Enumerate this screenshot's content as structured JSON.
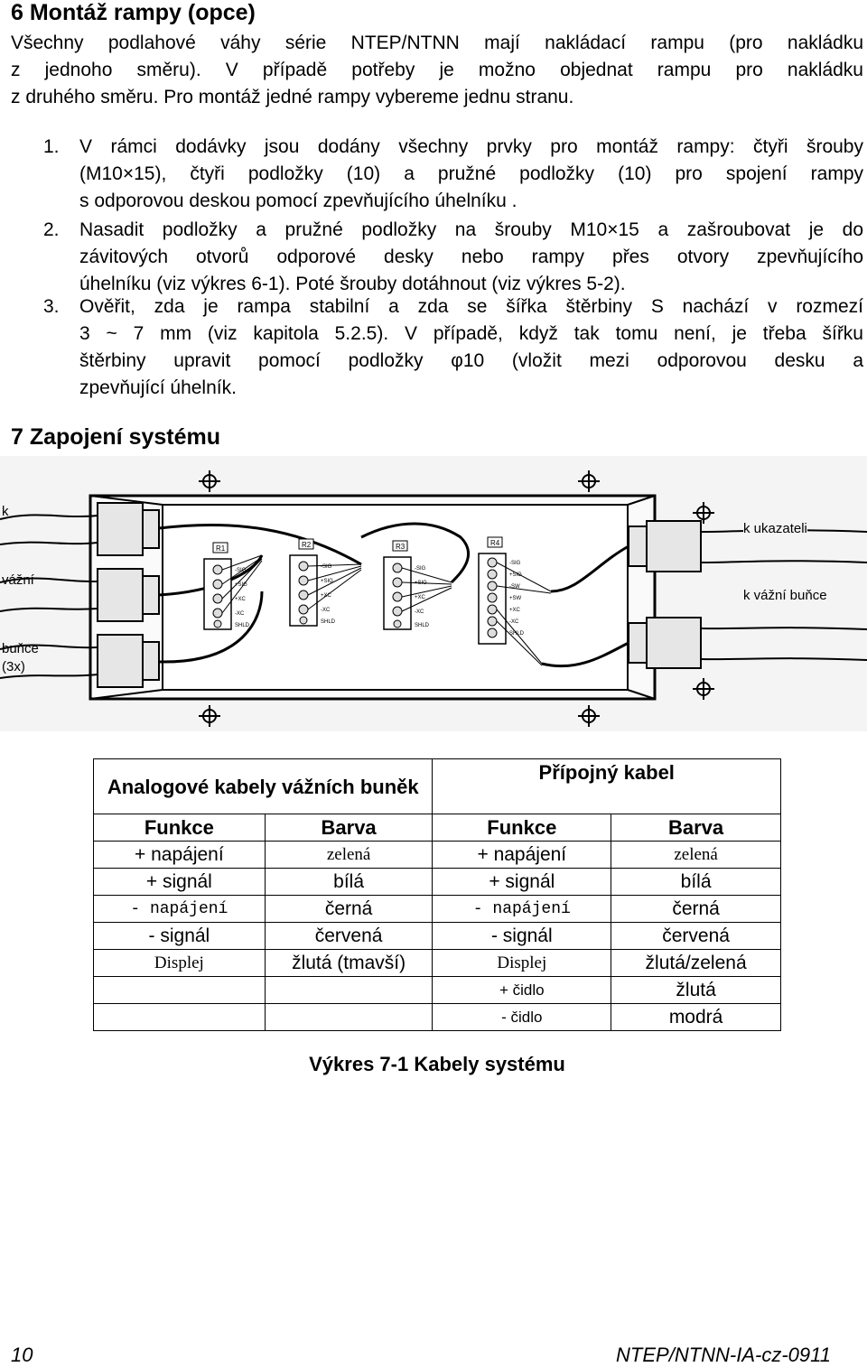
{
  "section6": {
    "heading": "6   Montáž  rampy (opce)",
    "intro_lines": [
      "Všechny podlahové váhy série NTEP/NTNN mají nakládací  rampu (pro nakládku",
      "z jednoho  směru).  V případě  potřeby je  možno  objednat rampu  pro  nakládku",
      "z druhého směru. Pro montáž jedné rampy vybereme jednu stranu."
    ],
    "steps": [
      {
        "num": "1.",
        "lines": [
          "V rámci dodávky jsou dodány všechny prvky pro montáž rampy: čtyři šrouby",
          "(M10×15), čtyři podložky (10) a pružné podložky (10) pro spojení rampy",
          "s odporovou deskou pomocí zpevňujícího úhelníku ."
        ]
      },
      {
        "num": "2.",
        "lines": [
          "Nasadit podložky a pružné podložky na šrouby  M10×15 a zašroubovat je do",
          "závitových otvorů odporové desky nebo rampy přes otvory zpevňujícího",
          "úhelníku (viz výkres 6-1). Poté šrouby dotáhnout (viz výkres 5-2)."
        ]
      },
      {
        "num": "3.",
        "lines": [
          "Ověřit, zda je rampa stabilní a zda se šířka štěrbiny  S nachází v rozmezí",
          "3 ~ 7 mm  (viz  kapitola  5.2.5).  V případě,  když  tak  tomu  není,  je  třeba  šířku",
          "štěrbiny upravit pomocí podložky  φ10 (vložit mezi odporovou desku a",
          "zpevňující úhelník."
        ]
      }
    ]
  },
  "section7": {
    "heading": "7   Zapojení systému"
  },
  "diagram": {
    "left_labels": [
      "k",
      "vážní",
      "buňce",
      "(3x)"
    ],
    "right_labels": [
      "k ukazateli",
      "k vážní buňce"
    ],
    "boards": [
      "R1",
      "R2",
      "R3",
      "R4"
    ],
    "terminals_4": [
      "-SIG",
      "+SIG",
      "+XC",
      "-XC",
      "SHLD"
    ],
    "terminals_r4": [
      "-SIG",
      "+SIG",
      "-SW",
      "+SW",
      "+XC",
      "-XC",
      "SHLD"
    ]
  },
  "table": {
    "header_left": "Analogové kabely vážních buněk",
    "header_right": "Přípojný kabel",
    "col_headers": [
      "Funkce",
      "Barva",
      "Funkce",
      "Barva"
    ],
    "rows": [
      [
        "+ napájení",
        "zelená",
        "+ napájení",
        "zelená"
      ],
      [
        "+ signál",
        "bílá",
        "+ signál",
        "bílá"
      ],
      [
        "- napájení",
        "černá",
        "- napájení",
        "černá"
      ],
      [
        "- signál",
        "červená",
        "- signál",
        "červená"
      ],
      [
        "Displej",
        "žlutá (tmavší)",
        "Displej",
        "žlutá/zelená"
      ],
      [
        "",
        "",
        "+ čidlo",
        "žlutá"
      ],
      [
        "",
        "",
        "- čidlo",
        "modrá"
      ]
    ]
  },
  "caption": "Výkres  7-1 Kabely  systému",
  "footer": {
    "page": "10",
    "doc": "NTEP/NTNN-IA-cz-0911"
  }
}
